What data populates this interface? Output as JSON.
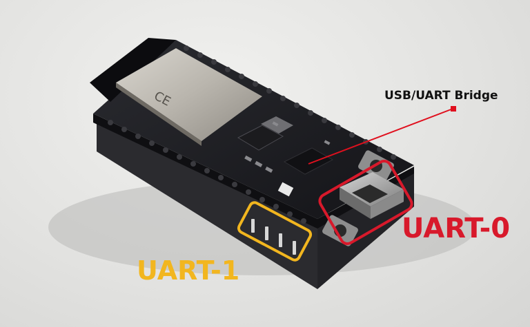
{
  "annotations": {
    "bridge_label": "USB/UART Bridge",
    "uart0_label": "UART-0",
    "uart1_label": "UART-1"
  },
  "colors": {
    "uart0": "#d8192b",
    "uart1": "#f2b61f",
    "bridge_pointer": "#e0101e"
  }
}
